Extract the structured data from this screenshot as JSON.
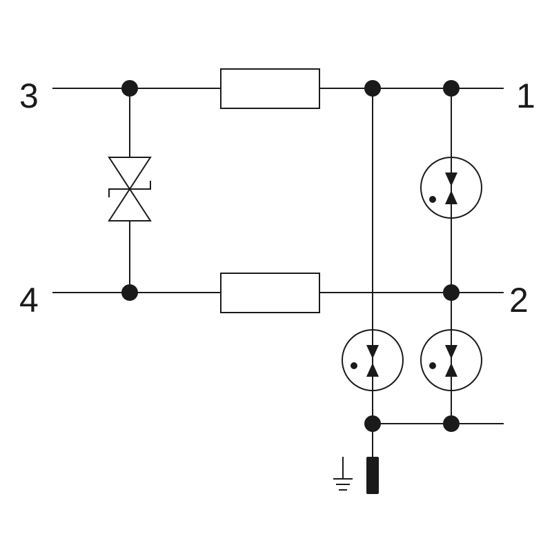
{
  "terminals": {
    "t1": "1",
    "t2": "2",
    "t3": "3",
    "t4": "4"
  },
  "colors": {
    "line": "#1a1a1a",
    "background": "#ffffff"
  },
  "icons": {
    "tvs_diode": "bidirectional-tvs-diode-icon",
    "gas_discharge_tube": "gas-discharge-tube-icon",
    "resistor": "resistor-icon",
    "ground": "ground-icon",
    "earth_terminal": "earth-terminal-icon"
  }
}
